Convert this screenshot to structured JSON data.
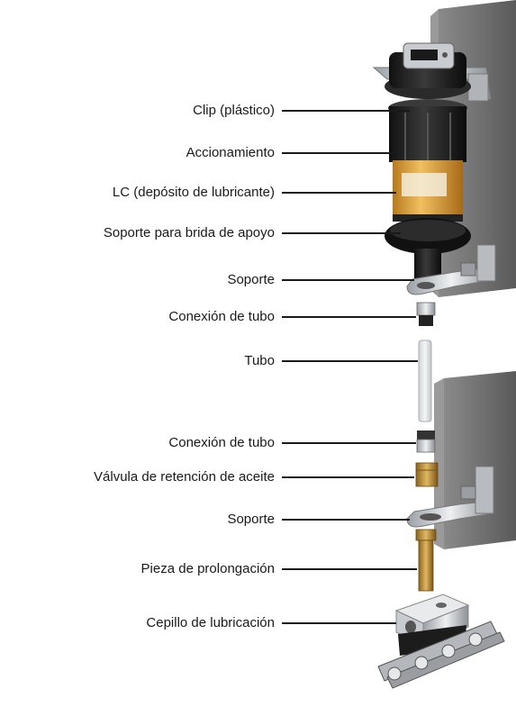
{
  "callouts": [
    {
      "label": "Clip (plástico)"
    },
    {
      "label": "Accionamiento"
    },
    {
      "label": "LC (depósito de lubricante)"
    },
    {
      "label": "Soporte para brida de apoyo"
    },
    {
      "label": "Soporte"
    },
    {
      "label": "Conexión de tubo"
    },
    {
      "label": "Tubo"
    },
    {
      "label": "Conexión de tubo"
    },
    {
      "label": "Válvula de retención de aceite"
    },
    {
      "label": "Soporte"
    },
    {
      "label": "Pieza de prolongación"
    },
    {
      "label": "Cepillo de lubricación"
    }
  ],
  "colors": {
    "leader": "#1a1a1a",
    "plate": "#6b6b6b",
    "metal": "#c8ccd0",
    "lubricant": "#d9a13b",
    "brass": "#c49a3a",
    "dark": "#1e1e1e"
  }
}
